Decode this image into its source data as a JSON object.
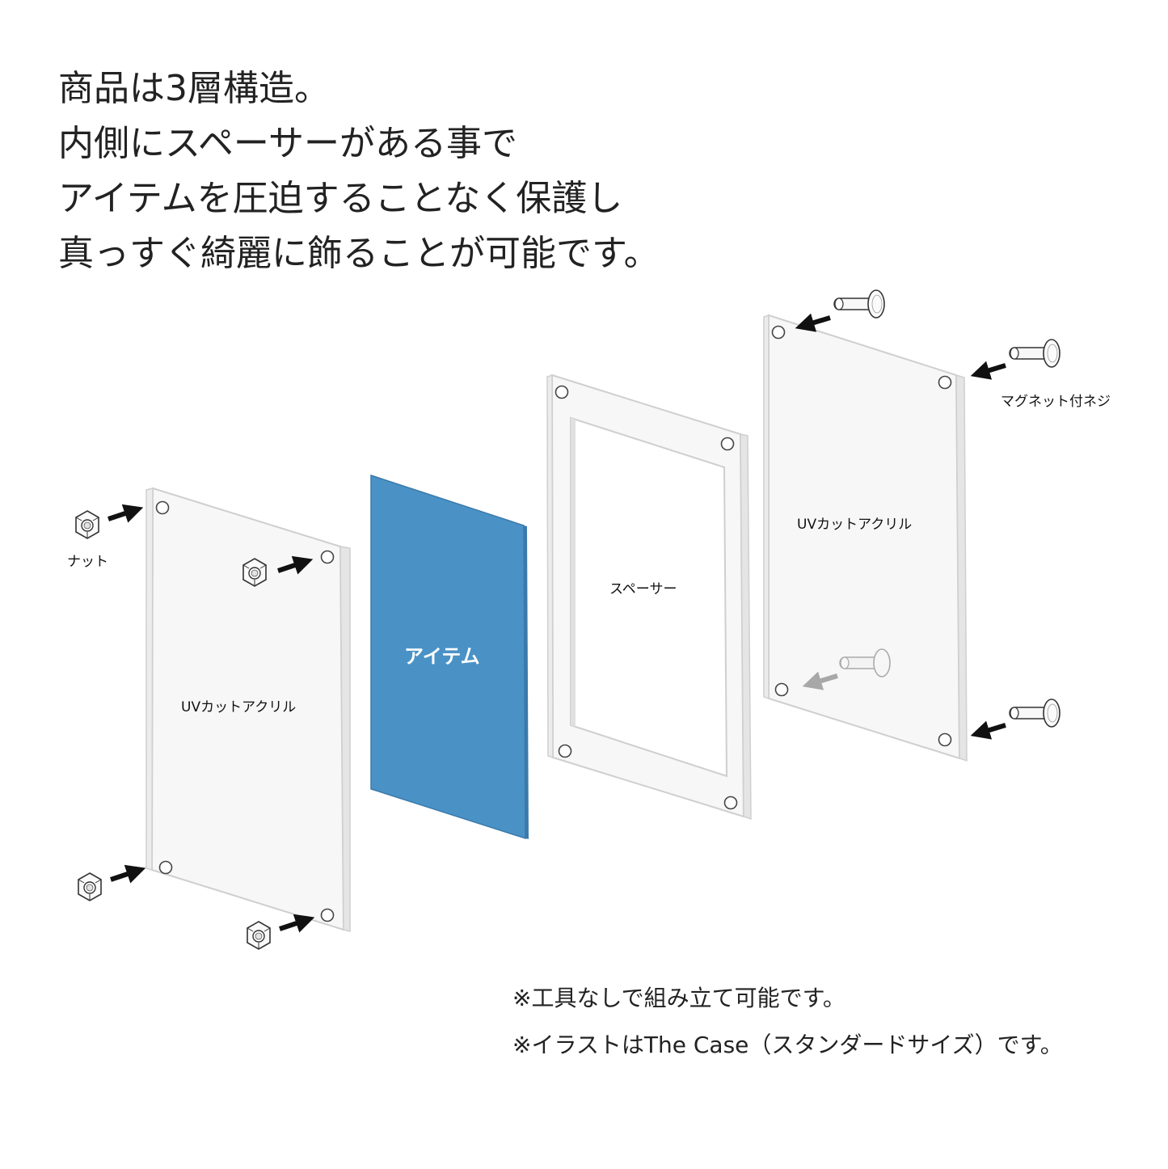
{
  "headline": [
    "商品は3層構造。",
    "内側にスペーサーがある事で",
    "アイテムを圧迫することなく保護し",
    "真っすぐ綺麗に飾ることが可能です。"
  ],
  "labels": {
    "nut": "ナット",
    "front_acrylic": "UVカットアクリル",
    "item": "アイテム",
    "spacer": "スペーサー",
    "back_acrylic": "UVカットアクリル",
    "magnet_screw": "マグネット付ネジ"
  },
  "notes": [
    "※工具なしで組み立て可能です。",
    "※イラストはThe Case（スタンダードサイズ）です。"
  ],
  "colors": {
    "item_panel": "#4a92c6",
    "item_panel_edge": "#3a7aab",
    "panel_fill": "#f7f7f7",
    "panel_edge": "#cfcfcf",
    "arrow": "#111111",
    "arrow_hidden": "#a8a8a8"
  }
}
